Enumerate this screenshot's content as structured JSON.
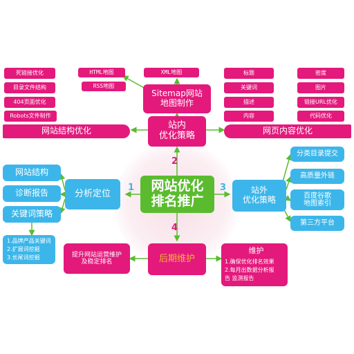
{
  "center": {
    "line1": "网站优化",
    "line2": "排名推广"
  },
  "numbers": [
    "1",
    "2",
    "3",
    "4"
  ],
  "top": {
    "main": {
      "line1": "站内",
      "line2": "优化策略"
    },
    "sitemap": {
      "line1": "Sitemap网站",
      "line2": "地图制作"
    },
    "html_map": "HTML地图",
    "rss_map": "RSS地图",
    "xml_map": "XML地图",
    "structure": {
      "bar": "网站结构优化",
      "items": [
        "死链接优化",
        "目录文件结构",
        "404页面优化",
        "Robots文件制作"
      ]
    },
    "content": {
      "bar": "网页内容优化",
      "col1": [
        "标题",
        "关键词",
        "描述",
        "内容"
      ],
      "col2": [
        "密度",
        "图片",
        "链接URL优化",
        "代码优化"
      ]
    }
  },
  "left": {
    "main": "分析定位",
    "items": [
      "网站结构",
      "诊断报告",
      "关键词策略"
    ],
    "keyword_list": [
      "1.品牌产品关键词",
      "2.扩展词挖掘",
      "3.长尾词挖掘"
    ]
  },
  "right": {
    "main": {
      "line1": "站外",
      "line2": "优化策略"
    },
    "items": [
      "分类目录提交",
      "高质量外链",
      "百度谷歌",
      "地图索引",
      "第三方平台"
    ]
  },
  "bottom": {
    "main": "后期维护",
    "left_box": {
      "line1": "提升网站运营维护",
      "line2": "及稳定排名"
    },
    "maint": {
      "title": "维护",
      "items": [
        "1.确保优化排名效果",
        "2.每月出数据分析报",
        "告 监测报告"
      ]
    }
  },
  "colors": {
    "pink": "#e3197c",
    "blue": "#3cb6ea",
    "green": "#5bbb2f",
    "line": "#5bbb2f"
  }
}
